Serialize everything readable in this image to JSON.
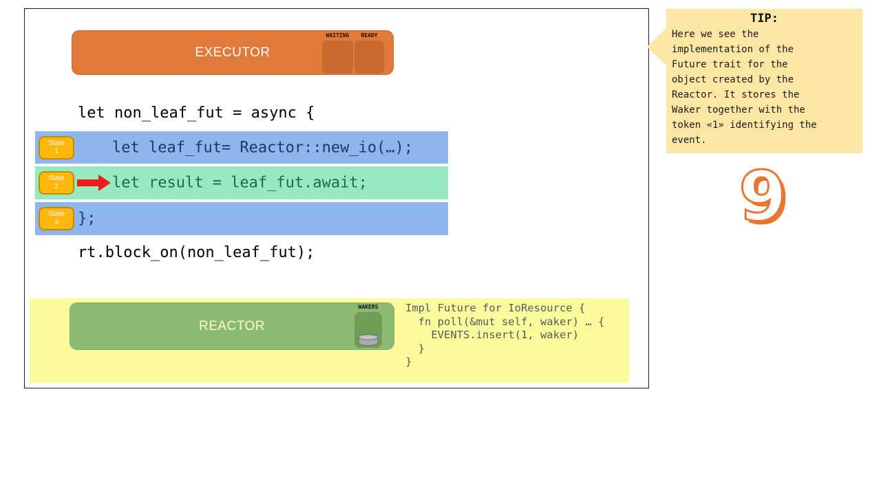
{
  "executor": {
    "label": "EXECUTOR",
    "waiting_label": "WAITING",
    "ready_label": "READY"
  },
  "code": {
    "line_open": "let non_leaf_fut = async {",
    "states": [
      {
        "badge_title": "State",
        "badge_num": "1",
        "code": "let leaf_fut= Reactor::new_io(…);"
      },
      {
        "badge_title": "State",
        "badge_num": "2",
        "code": "let result = leaf_fut.await;"
      },
      {
        "badge_title": "State",
        "badge_num": "3",
        "code": "};"
      }
    ],
    "line_block_on": "rt.block_on(non_leaf_fut);"
  },
  "reactor": {
    "label": "REACTOR",
    "wakers_label": "WAKERS",
    "impl_code": "Impl Future for IoResource {\n  fn poll(&mut self, waker) … {\n    EVENTS.insert(1, waker)\n  }\n}"
  },
  "tip": {
    "title": "TIP:",
    "body": "Here we see the\nimplementation of the\nFuture trait for the\nobject created by the\nReactor. It stores the\nWaker together with the\ntoken «1» identifying the\nevent."
  },
  "page_number": "9",
  "colors": {
    "executor_orange": "#e0793a",
    "executor_queue_orange": "#ca6a31",
    "state_row_blue": "#8fb5ee",
    "state_row_green": "#97e9c0",
    "state_badge_gold": "#ffb70c",
    "code_blue_text": "#1f3864",
    "code_green_text": "#1e6b48",
    "arrow_red": "#ee1c1c",
    "reactor_panel_yellow": "#fbfb9d",
    "reactor_green": "#8cba74",
    "wakers_green": "#6e9d57",
    "tip_yellow": "#fbe6a3",
    "page_number_orange": "#e8762c"
  }
}
